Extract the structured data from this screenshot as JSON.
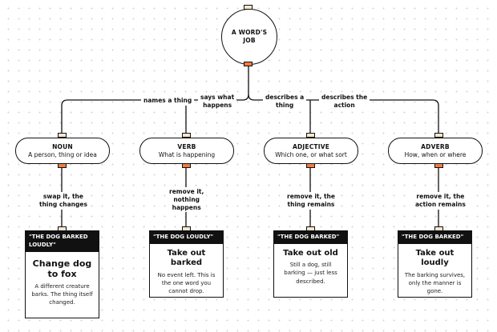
{
  "root": {
    "line1": "A WORD'S",
    "line2": "JOB"
  },
  "branch_labels": [
    {
      "line1": "names a thing",
      "line2": ""
    },
    {
      "line1": "says what",
      "line2": "happens"
    },
    {
      "line1": "describes a",
      "line2": "thing"
    },
    {
      "line1": "describes the",
      "line2": "action"
    }
  ],
  "nodes": [
    {
      "title": "NOUN",
      "desc": "A person, thing or idea",
      "edge": [
        "swap it, the",
        "thing changes",
        ""
      ],
      "card_header": "\"THE DOG BARKED LOUDLY\"",
      "card_title": "Change dog to fox",
      "card_body": "A different creature barks. The thing itself changed."
    },
    {
      "title": "VERB",
      "desc": "What is happening",
      "edge": [
        "remove it,",
        "nothing",
        "happens"
      ],
      "card_header": "\"THE DOG LOUDLY\"",
      "card_title": "Take out barked",
      "card_body": "No event left. This is the one word you cannot drop."
    },
    {
      "title": "ADJECTIVE",
      "desc": "Which one, or what sort",
      "edge": [
        "remove it, the",
        "thing remains",
        ""
      ],
      "card_header": "\"THE DOG BARKED\"",
      "card_title": "Take out old",
      "card_body": "Still a dog, still barking — just less described."
    },
    {
      "title": "ADVERB",
      "desc": "How, when or where",
      "edge": [
        "remove it, the",
        "action remains",
        ""
      ],
      "card_header": "\"THE DOG BARKED\"",
      "card_title": "Take out loudly",
      "card_body": "The barking survives, only the manner is gone."
    }
  ]
}
